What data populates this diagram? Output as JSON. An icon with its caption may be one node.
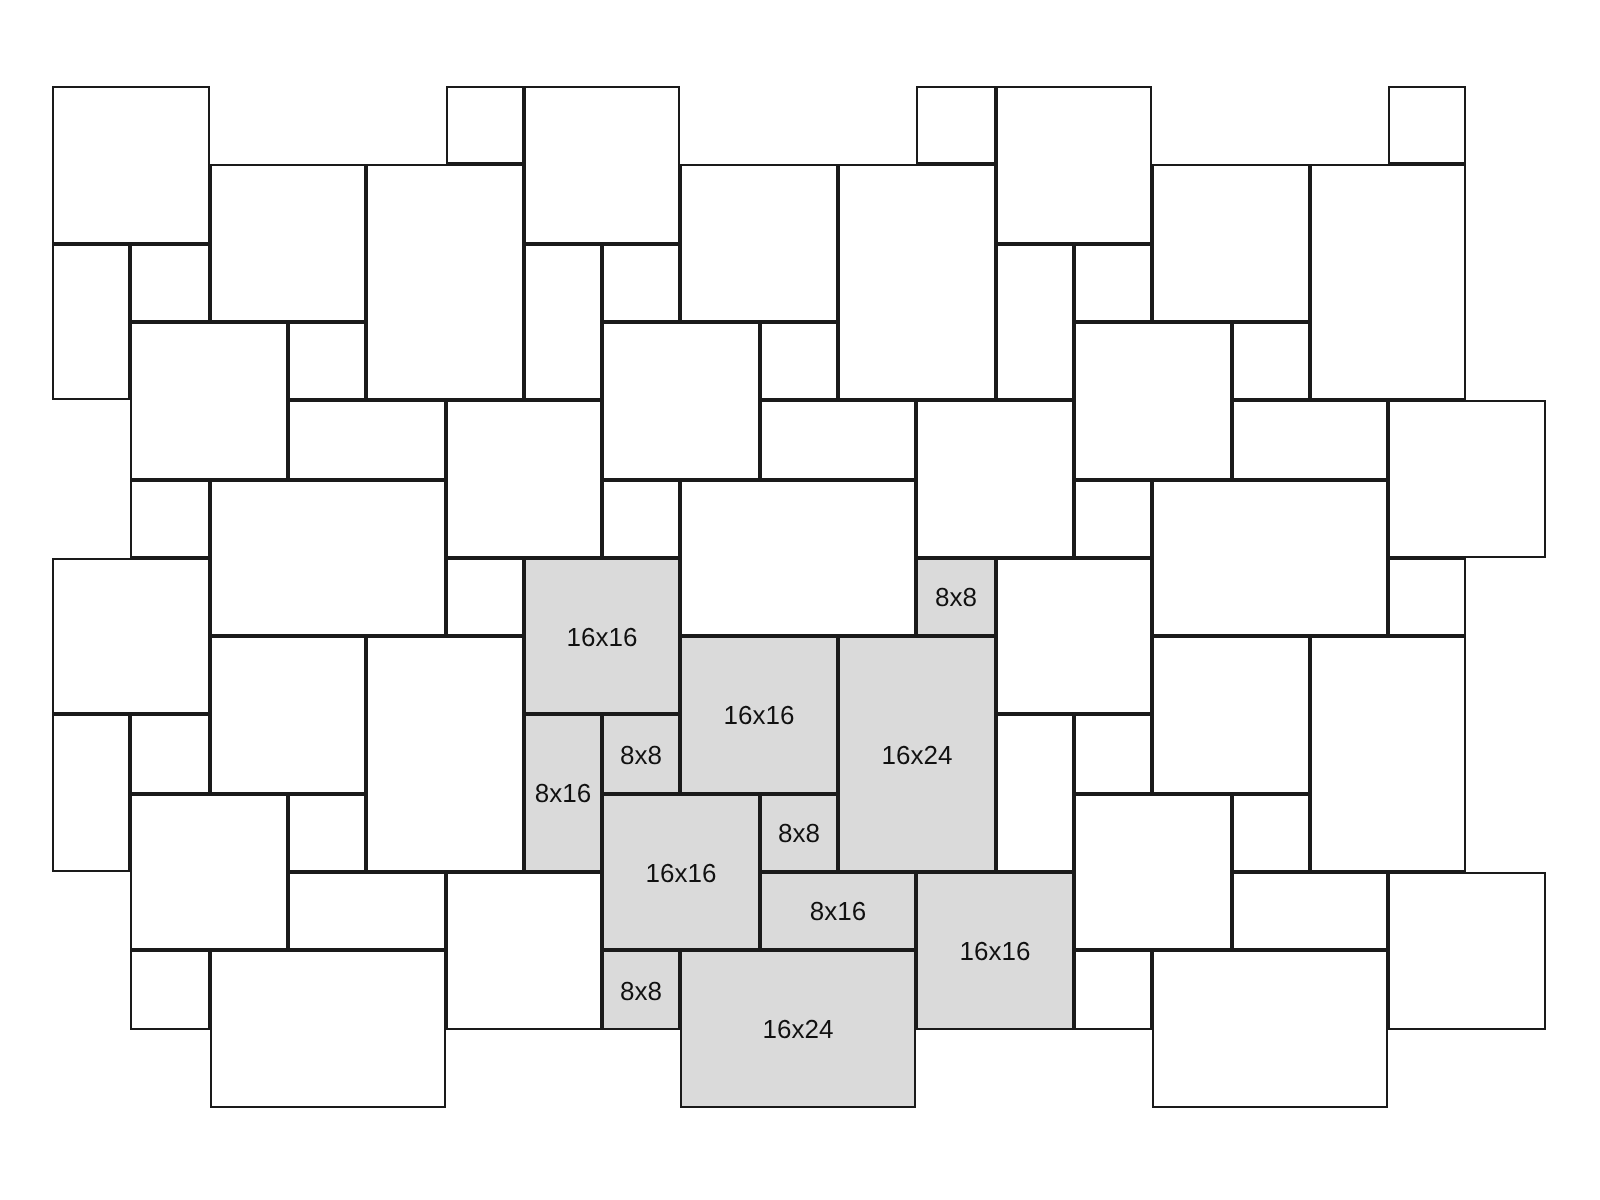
{
  "diagram": {
    "nodes": [
      {
        "text": [],
        "shape": "box"
      },
      {
        "text": [],
        "shape": "box"
      },
      {
        "text": [],
        "shape": "box"
      },
      {
        "text": [],
        "shape": "box"
      },
      {
        "text": [],
        "shape": "box"
      },
      {
        "text": [],
        "shape": "box"
      },
      {
        "text": [],
        "shape": "box"
      },
      {
        "text": [],
        "shape": "box"
      },
      {
        "text": [],
        "shape": "box"
      },
      {
        "text": [],
        "shape": "box"
      },
      {
        "text": [],
        "shape": "box"
      },
      {
        "text": [],
        "shape": "box"
      },
      {
        "text": [],
        "shape": "box"
      },
      {
        "text": [],
        "shape": "box"
      },
      {
        "text": [],
        "shape": "box"
      },
      {
        "text": [],
        "shape": "box"
      },
      {
        "text": [],
        "shape": "box"
      },
      {
        "text": [],
        "shape": "box"
      },
      {
        "text": [],
        "shape": "box"
      },
      {
        "text": [],
        "shape": "box"
      },
      {
        "text": [],
        "shape": "box"
      },
      {
        "text": [],
        "shape": "box"
      },
      {
        "text": [],
        "shape": "box"
      },
      {
        "text": [],
        "shape": "box"
      },
      {
        "text": [],
        "shape": "box"
      },
      {
        "text": [],
        "shape": "box"
      },
      {
        "text": [],
        "shape": "box"
      },
      {
        "text": [],
        "shape": "box"
      },
      {
        "text": [],
        "shape": "box"
      },
      {
        "text": [],
        "shape": "box"
      },
      {
        "text": [],
        "shape": "box"
      },
      {
        "text": [],
        "shape": "box"
      },
      {
        "text": [],
        "shape": "box"
      },
      {
        "text": [],
        "shape": "box"
      },
      {
        "text": [],
        "shape": "box"
      },
      {
        "text": [],
        "shape": "box"
      },
      {
        "text": [],
        "shape": "box"
      },
      {
        "text": [],
        "shape": "box"
      },
      {
        "text": [
          "16x16"
        ]
      },
      {
        "text": [
          "8x8"
        ]
      },
      {
        "text": [],
        "shape": "box"
      },
      {
        "text": [],
        "shape": "box"
      },
      {
        "text": [],
        "shape": "box"
      },
      {
        "text": [],
        "shape": "box"
      },
      {
        "text": [
          "16x16"
        ]
      },
      {
        "text": [
          "16x24"
        ]
      },
      {
        "text": [],
        "shape": "box"
      },
      {
        "text": [],
        "shape": "box"
      },
      {
        "text": [],
        "shape": "box"
      },
      {
        "text": [],
        "shape": "box"
      },
      {
        "text": [
          "8x16"
        ]
      },
      {
        "text": [
          "8x8"
        ]
      },
      {
        "text": [],
        "shape": "box"
      },
      {
        "text": [],
        "shape": "box"
      },
      {
        "text": [],
        "shape": "box"
      },
      {
        "text": [],
        "shape": "box"
      },
      {
        "text": [
          "16x16"
        ]
      },
      {
        "text": [
          "8x8"
        ]
      },
      {
        "text": [],
        "shape": "box"
      },
      {
        "text": [],
        "shape": "box"
      },
      {
        "text": [],
        "shape": "box"
      },
      {
        "text": [],
        "shape": "box"
      },
      {
        "text": [
          "8x16"
        ]
      },
      {
        "text": [
          "16x16"
        ]
      },
      {
        "text": [],
        "shape": "box"
      },
      {
        "text": [],
        "shape": "box"
      },
      {
        "text": [],
        "shape": "box"
      },
      {
        "text": [],
        "shape": "box"
      },
      {
        "text": [
          "8x8"
        ]
      },
      {
        "text": [
          "16x24"
        ]
      },
      {
        "text": [],
        "shape": "box"
      },
      {
        "text": [],
        "shape": "box"
      }
    ]
  }
}
